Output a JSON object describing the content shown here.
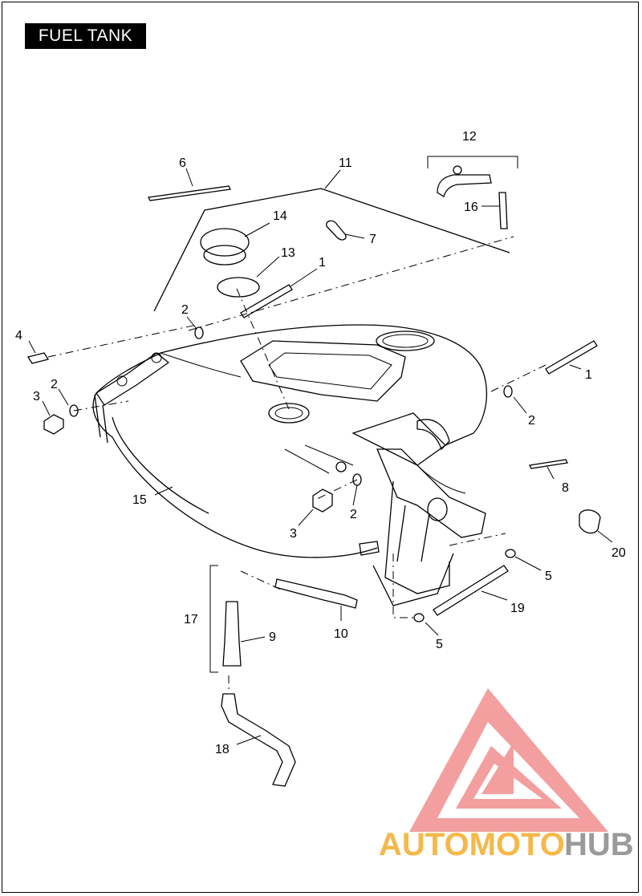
{
  "title": "FUEL TANK",
  "callouts": {
    "c1a": "1",
    "c1b": "1",
    "c2a": "2",
    "c2b": "2",
    "c2c": "2",
    "c2d": "2",
    "c3a": "3",
    "c3b": "3",
    "c4": "4",
    "c5a": "5",
    "c5b": "5",
    "c6": "6",
    "c7": "7",
    "c8": "8",
    "c9": "9",
    "c10": "10",
    "c11": "11",
    "c12": "12",
    "c13": "13",
    "c14": "14",
    "c15": "15",
    "c16": "16",
    "c17": "17",
    "c18": "18",
    "c19": "19",
    "c20": "20"
  },
  "watermark": {
    "part1": "AUTOMOTO",
    "part2": "HUB",
    "color1": "#f5b84a",
    "color2": "#9a9a9a",
    "logo_color": "#f08080"
  }
}
